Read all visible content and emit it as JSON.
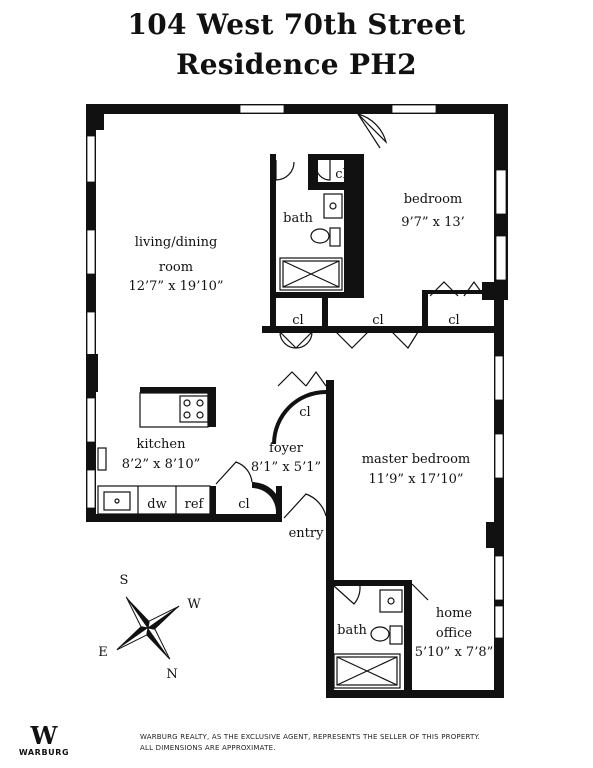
{
  "title_line1": "104 West 70th Street",
  "title_line2": "Residence PH2",
  "rooms": {
    "living": {
      "name1": "living/dining",
      "name2": "room",
      "dims": "12’7” x 19’10”"
    },
    "bedroom": {
      "name": "bedroom",
      "dims": "9’7” x 13’"
    },
    "bath1": {
      "name": "bath"
    },
    "kitchen": {
      "name": "kitchen",
      "dims": "8’2” x 8’10”"
    },
    "foyer": {
      "name": "foyer",
      "dims": "8’1” x 5’1”"
    },
    "master": {
      "name": "master bedroom",
      "dims": "11’9” x 17’10”"
    },
    "bath2": {
      "name": "bath"
    },
    "office": {
      "name1": "home",
      "name2": "office",
      "dims": "5’10” x 7’8”"
    },
    "entry": {
      "name": "entry"
    },
    "dw": "dw",
    "ref": "ref",
    "closet": "cl"
  },
  "compass": {
    "n": "N",
    "s": "S",
    "e": "E",
    "w": "W"
  },
  "logo": {
    "mark": "W",
    "text": "WARBURG"
  },
  "disclaimer": {
    "line1": "WARBURG REALTY, AS THE EXCLUSIVE AGENT, REPRESENTS THE SELLER OF THIS PROPERTY.",
    "line2": "ALL DIMENSIONS ARE APPROXIMATE."
  }
}
